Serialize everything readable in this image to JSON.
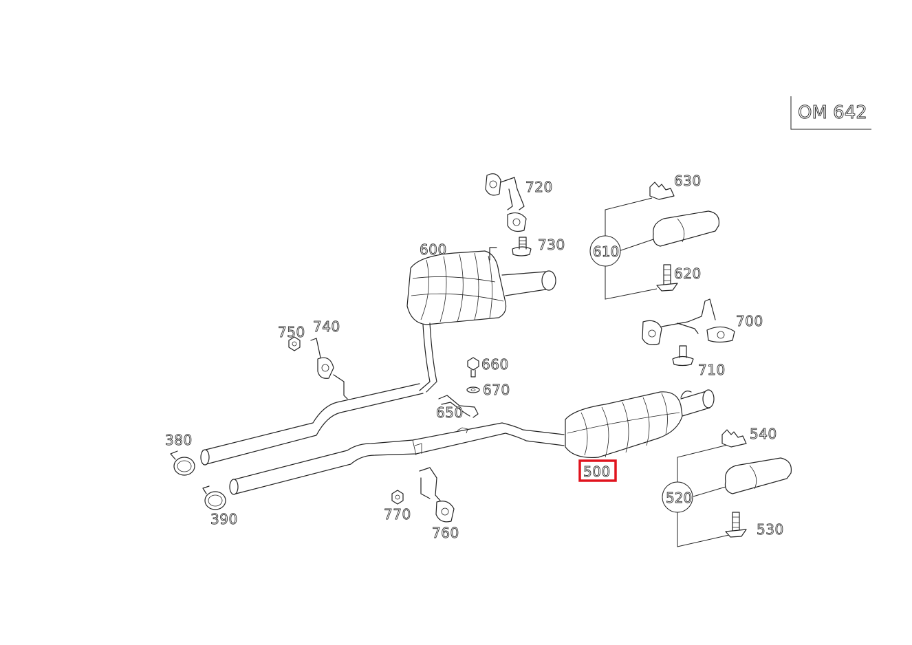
{
  "engine_label": "OM 642",
  "highlight_color": "#e0141e",
  "highlighted_part": "500",
  "parts": {
    "p380": "380",
    "p390": "390",
    "p500": "500",
    "p520": "520",
    "p530": "530",
    "p540": "540",
    "p600": "600",
    "p610": "610",
    "p620": "620",
    "p630": "630",
    "p650": "650",
    "p660": "660",
    "p670": "670",
    "p700": "700",
    "p710": "710",
    "p720": "720",
    "p730": "730",
    "p740": "740",
    "p750": "750",
    "p760": "760",
    "p770": "770"
  }
}
